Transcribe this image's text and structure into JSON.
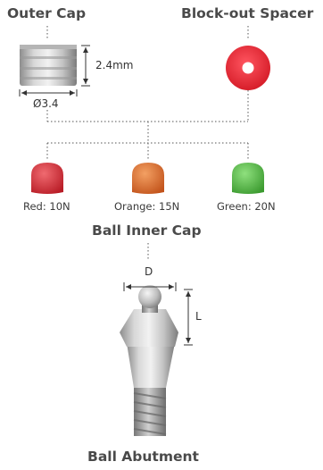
{
  "headings": {
    "outer_cap": "Outer Cap",
    "block_out_spacer": "Block-out Spacer",
    "ball_inner_cap": "Ball Inner Cap",
    "ball_abutment": "Ball Abutment"
  },
  "outer_cap_dimensions": {
    "height": "2.4mm",
    "diameter": "Ø3.4"
  },
  "inner_caps": [
    {
      "label": "Red: 10N",
      "color": "#d42a34"
    },
    {
      "label": "Orange: 15N",
      "color": "#e06a2a"
    },
    {
      "label": "Green:  20N",
      "color": "#52b542"
    }
  ],
  "abutment_dimensions": {
    "diameter": "D",
    "length": "L"
  },
  "spacer_color": "#e8202e"
}
